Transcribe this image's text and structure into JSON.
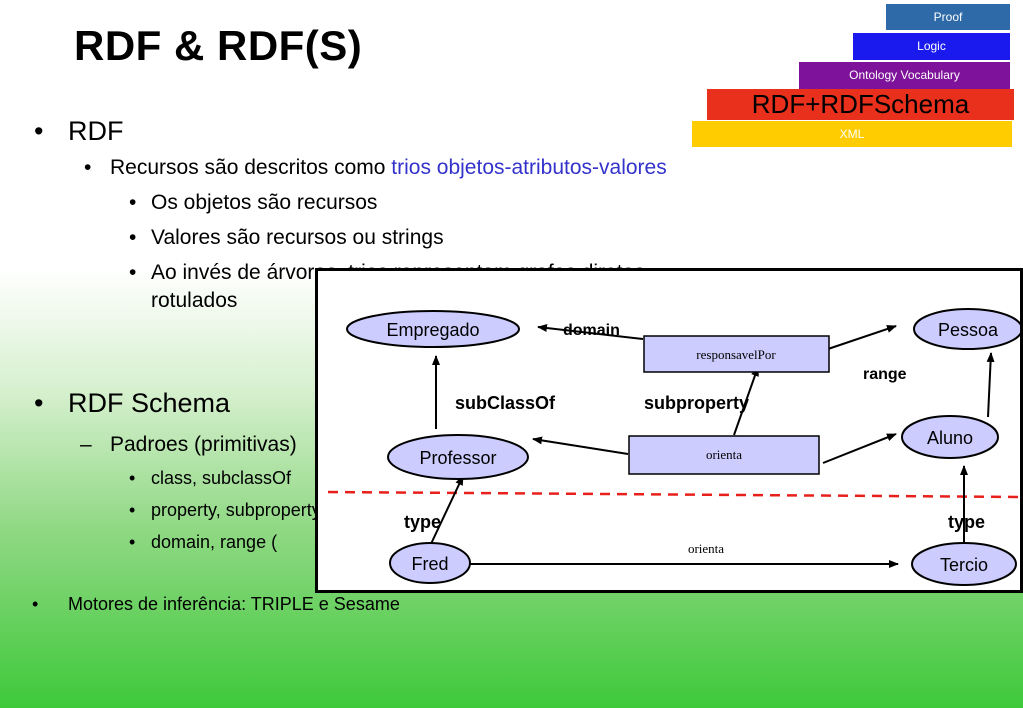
{
  "title": "RDF & RDF(S)",
  "layer_stack": {
    "proof": "Proof",
    "logic": "Logic",
    "ontology": "Ontology Vocabulary",
    "rdf": "RDF+RDFSchema",
    "xml": "XML",
    "colors": {
      "proof": "#2e6aa8",
      "logic": "#1a1aee",
      "ontology": "#7f129a",
      "rdf": "#e8301c",
      "xml": "#ffcc00"
    }
  },
  "bullets": {
    "rdf": "RDF",
    "rdf_sub1_prefix": "Recursos são descritos como ",
    "rdf_sub1_link": "trios objetos-atributos-valores",
    "rdf_sub1_a": "Os objetos são recursos",
    "rdf_sub1_b": "Valores são recursos ou strings",
    "rdf_sub1_c1": "Ao invés de árvores, trios representam grafos diretos",
    "rdf_sub1_c2": "rotulados",
    "schema": "RDF Schema",
    "schema_sub": "Padroes (primitivas)",
    "schema_a": "class, subclassOf",
    "schema_b": "property, subpropertyOf",
    "schema_c": "domain, range (",
    "motores": "Motores de inferência: TRIPLE e Sesame"
  },
  "diagram": {
    "nodes": {
      "empregado": "Empregado",
      "pessoa": "Pessoa",
      "professor": "Professor",
      "aluno": "Aluno",
      "fred": "Fred",
      "tercio": "Tercio"
    },
    "properties": {
      "responsavelPor": "responsavelPor",
      "orienta": "orienta"
    },
    "labels": {
      "domain": "domain",
      "range": "range",
      "subClassOf": "subClassOf",
      "subproperty": "subproperty",
      "type_left": "type",
      "type_right": "type",
      "orienta_edge": "orienta"
    },
    "colors": {
      "node_fill": "#ccccff",
      "dash": "#e8201c"
    }
  }
}
